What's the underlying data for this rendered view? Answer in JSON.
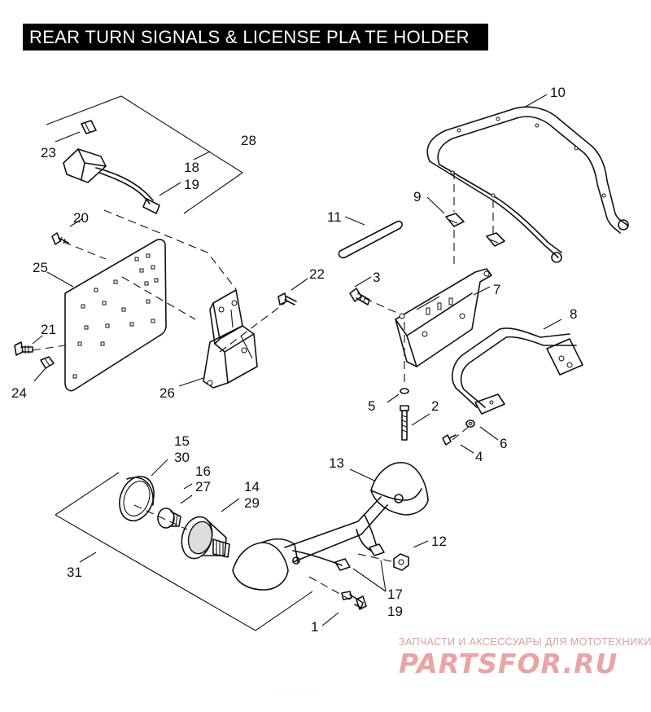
{
  "title": "REAR TURN SIGNALS & LICENSE PLA TE HOLDER",
  "callouts": [
    {
      "id": "1",
      "text": "1"
    },
    {
      "id": "2",
      "text": "2"
    },
    {
      "id": "3",
      "text": "3"
    },
    {
      "id": "4",
      "text": "4"
    },
    {
      "id": "5",
      "text": "5"
    },
    {
      "id": "6",
      "text": "6"
    },
    {
      "id": "7",
      "text": "7"
    },
    {
      "id": "8",
      "text": "8"
    },
    {
      "id": "9",
      "text": "9"
    },
    {
      "id": "10",
      "text": "10"
    },
    {
      "id": "11",
      "text": "11"
    },
    {
      "id": "12",
      "text": "12"
    },
    {
      "id": "13",
      "text": "13"
    },
    {
      "id": "14",
      "text": "14"
    },
    {
      "id": "15",
      "text": "15"
    },
    {
      "id": "16",
      "text": "16"
    },
    {
      "id": "17",
      "text": "17"
    },
    {
      "id": "18",
      "text": "18"
    },
    {
      "id": "19a",
      "text": "19"
    },
    {
      "id": "19b",
      "text": "19"
    },
    {
      "id": "20",
      "text": "20"
    },
    {
      "id": "21",
      "text": "21"
    },
    {
      "id": "22",
      "text": "22"
    },
    {
      "id": "23",
      "text": "23"
    },
    {
      "id": "24",
      "text": "24"
    },
    {
      "id": "25",
      "text": "25"
    },
    {
      "id": "26",
      "text": "26"
    },
    {
      "id": "27",
      "text": "27"
    },
    {
      "id": "28",
      "text": "28"
    },
    {
      "id": "29",
      "text": "29"
    },
    {
      "id": "30",
      "text": "30"
    },
    {
      "id": "31",
      "text": "31"
    }
  ],
  "watermark": {
    "tagline": "ЗАПЧАСТИ И АКСЕССУАРЫ ДЛЯ МОТОТЕХНИКИ",
    "logo": "PARTSFOR.RU"
  },
  "footer": "· · · · · · · · · · · · · ·"
}
